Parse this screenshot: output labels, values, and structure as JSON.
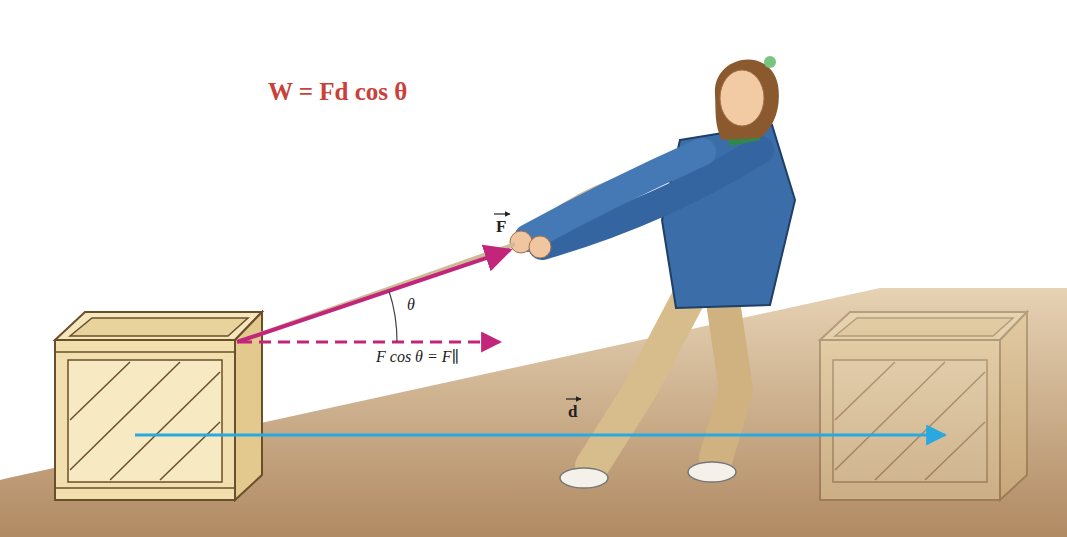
{
  "diagram": {
    "labels": [
      "W = Fd cos θ",
      "F",
      "θ",
      "F cos θ = F∥",
      "d"
    ]
  }
}
